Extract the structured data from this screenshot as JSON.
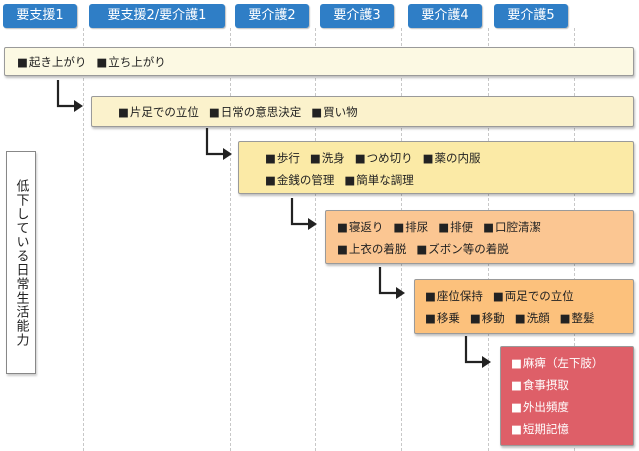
{
  "colors": {
    "header": "#2f7ec6",
    "stage1": "#fcf9e3",
    "stage2": "#fbf2cc",
    "stage3": "#fbeaa6",
    "stage4": "#fbc692",
    "stage5": "#fcc17c",
    "stage6": "#de5f68"
  },
  "header": {
    "tabs": [
      "要支援1",
      "要支援2/要介護1",
      "要介護2",
      "要介護3",
      "要介護4",
      "要介護5"
    ]
  },
  "side_label": "低下している日常生活能力",
  "stages": [
    {
      "rows": [
        [
          "起き上がり",
          "立ち上がり"
        ]
      ]
    },
    {
      "rows": [
        [
          "片足での立位",
          "日常の意思決定",
          "買い物"
        ]
      ]
    },
    {
      "rows": [
        [
          "歩行",
          "洗身",
          "つめ切り",
          "薬の内服"
        ],
        [
          "金銭の管理",
          "簡単な調理"
        ]
      ]
    },
    {
      "rows": [
        [
          "寝返り",
          "排尿",
          "排便",
          "口腔清潔"
        ],
        [
          "上衣の着脱",
          "ズボン等の着脱"
        ]
      ]
    },
    {
      "rows": [
        [
          "座位保持",
          "両足での立位"
        ],
        [
          "移乗",
          "移動",
          "洗顔",
          "整髪"
        ]
      ]
    },
    {
      "rows": [
        [
          "麻痺（左下肢）"
        ],
        [
          "食事摂取"
        ],
        [
          "外出頻度"
        ],
        [
          "短期記憶"
        ]
      ]
    }
  ]
}
